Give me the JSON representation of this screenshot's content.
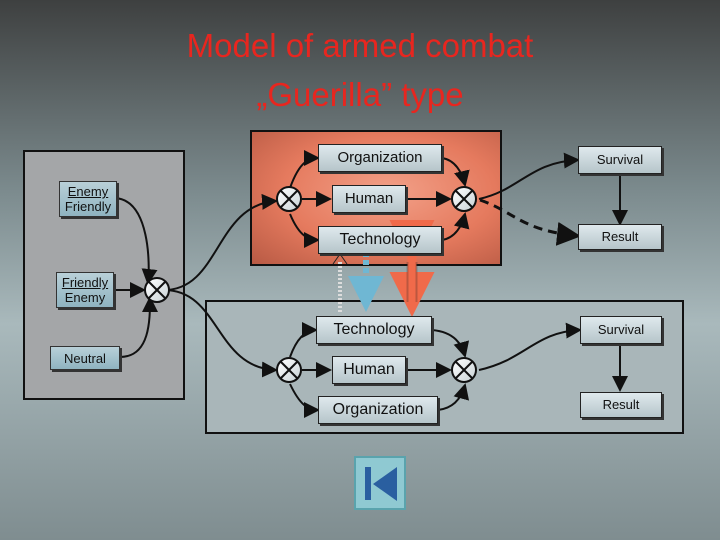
{
  "title": {
    "line1": "Model of armed combat",
    "line2": "„Guerilla” type"
  },
  "left_panel": {
    "label_top": {
      "line1": "Enemy",
      "line2": "Friendly"
    },
    "label_mid": {
      "line1": "Friendly",
      "line2": "Enemy"
    },
    "label_bottom": "Neutral"
  },
  "top_panel": {
    "organization": "Organization",
    "human": "Human",
    "technology": "Technology"
  },
  "bottom_panel": {
    "technology": "Technology",
    "human": "Human",
    "organization": "Organization"
  },
  "outcomes_top": {
    "survival": "Survival",
    "result": "Result"
  },
  "outcomes_bottom": {
    "survival": "Survival",
    "result": "Result"
  },
  "colors": {
    "title": "#e8261f",
    "top_panel": "#e57a5e",
    "arrow_red": "#f06a4a",
    "arrow_blue": "#6fb7d3"
  },
  "nav": {
    "icon": "first-slide-icon"
  }
}
